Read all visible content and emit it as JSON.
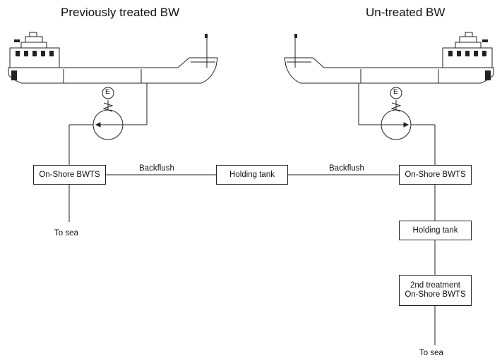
{
  "titles": {
    "left": "Previously treated BW",
    "right": "Un-treated BW"
  },
  "boxes": {
    "left_bwts": "On-Shore BWTS",
    "center_holding": "Holding tank",
    "right_bwts": "On-Shore BWTS",
    "right_holding": "Holding tank",
    "second_treatment_line1": "2nd treatment",
    "second_treatment_line2": "On-Shore BWTS"
  },
  "labels": {
    "backflush_left": "Backflush",
    "backflush_right": "Backflush",
    "to_sea_left": "To sea",
    "to_sea_right": "To sea"
  },
  "pump_symbol": "E",
  "icons": [
    "ship-icon",
    "pump-icon",
    "motor-icon"
  ]
}
